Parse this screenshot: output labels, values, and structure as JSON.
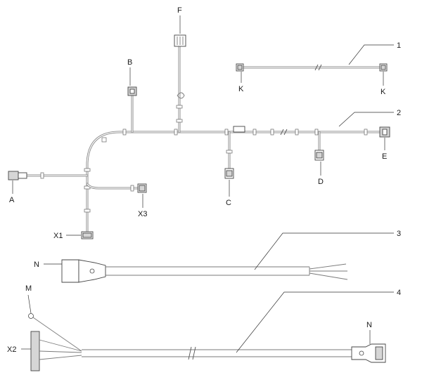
{
  "labels": {
    "part_1": "1",
    "part_2": "2",
    "part_3": "3",
    "part_4": "4",
    "f": "F",
    "b": "B",
    "k_left": "K",
    "k_right": "K",
    "a": "A",
    "e": "E",
    "d": "D",
    "c": "C",
    "x3": "X3",
    "x1": "X1",
    "n_cable3": "N",
    "m": "M",
    "x2": "X2",
    "n_cable4": "N"
  }
}
